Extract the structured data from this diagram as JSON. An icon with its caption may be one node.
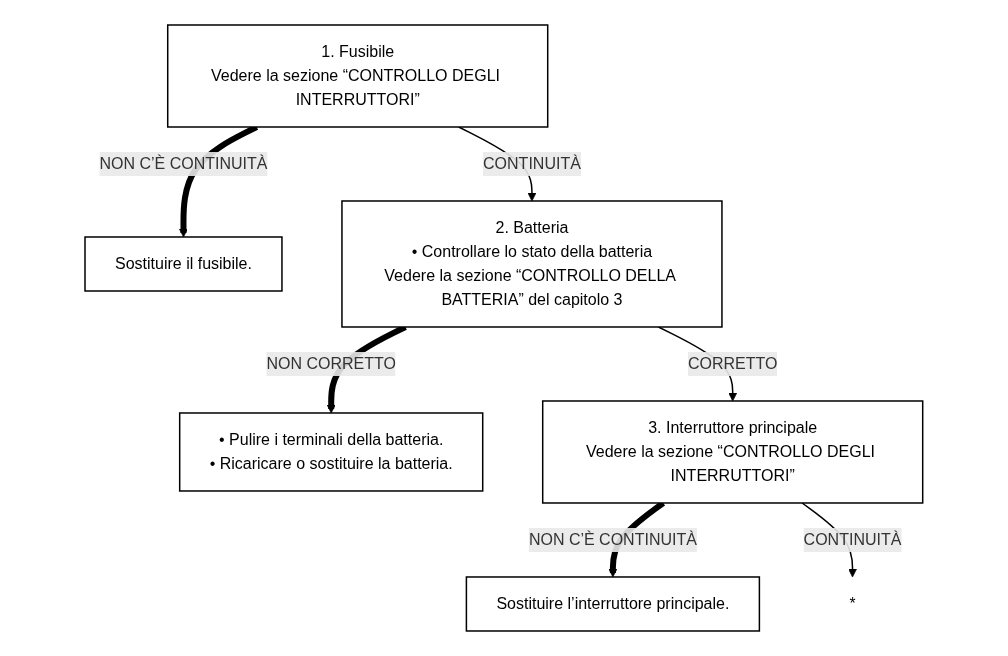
{
  "diagram": {
    "nodes": [
      {
        "text": [
          "1. Fusibile",
          "Vedere la sezione “CONTROLLO DEGLI INTERRUTTORI”"
        ]
      },
      {
        "text": [
          "Sostituire il fusibile."
        ]
      },
      {
        "text": [
          "2. Batteria",
          "• Controllare lo stato della batteria",
          "Vedere la sezione “CONTROLLO DELLA BATTERIA” del capitolo 3"
        ]
      },
      {
        "text": [
          "• Pulire i terminali della batteria.",
          "• Ricaricare o sostituire la batteria."
        ]
      },
      {
        "text": [
          "3. Interruttore principale",
          "Vedere la sezione “CONTROLLO DEGLI INTERRUTTORI”"
        ]
      },
      {
        "text": [
          "Sostituire l’interruttore principale."
        ]
      },
      {
        "text": [
          "*"
        ]
      }
    ],
    "edges": [
      {
        "from": 0,
        "to": 1,
        "arrow": "to",
        "label": "NON C’È CONTINUITÀ",
        "style": "thick"
      },
      {
        "from": 0,
        "to": 2,
        "arrow": "to",
        "label": "CONTINUITÀ"
      },
      {
        "from": 2,
        "to": 3,
        "arrow": "to",
        "label": "NON CORRETTO",
        "style": "thick"
      },
      {
        "from": 2,
        "to": 4,
        "arrow": "to",
        "label": "CORRETTO"
      },
      {
        "from": 4,
        "to": 5,
        "arrow": "to",
        "label": "NON C’È CONTINUITÀ",
        "style": "thick"
      },
      {
        "from": 4,
        "to": 6,
        "arrow": "to",
        "label": "CONTINUITÀ"
      }
    ]
  }
}
